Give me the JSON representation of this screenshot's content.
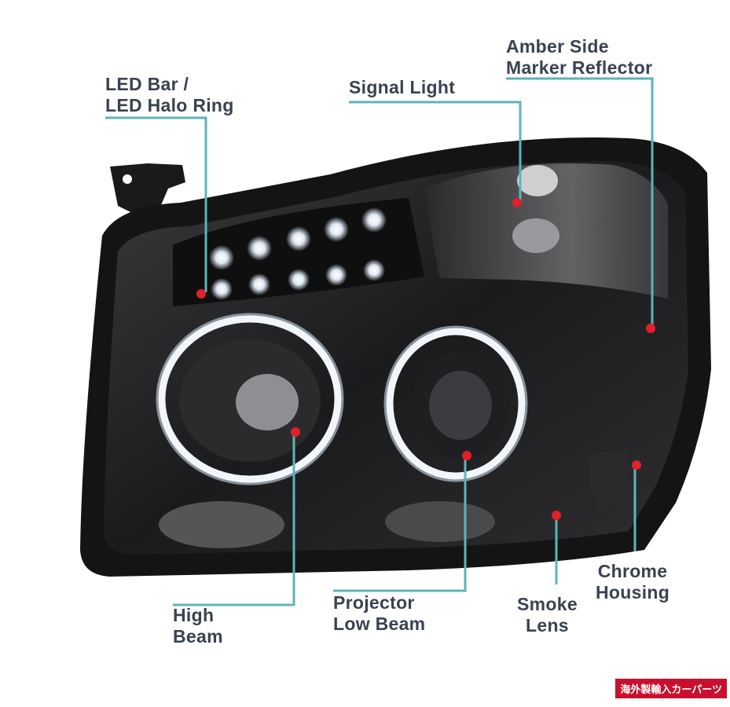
{
  "callouts": {
    "led_bar": [
      "LED Bar /",
      "LED Halo Ring"
    ],
    "signal_light": "Signal Light",
    "amber_side": [
      "Amber Side",
      "Marker Reflector"
    ],
    "high_beam": [
      "High",
      "Beam"
    ],
    "projector": [
      "Projector",
      "Low Beam"
    ],
    "smoke_lens": [
      "Smoke",
      "Lens"
    ],
    "chrome_housing": [
      "Chrome",
      "Housing"
    ]
  },
  "watermark": "海外製輸入カーパーツ",
  "colors": {
    "leader_line": "#5fb3b8",
    "marker_dot": "#e0202a",
    "label_text": "#3a4250",
    "housing": "#141414",
    "watermark_bg": "#c8102e"
  }
}
